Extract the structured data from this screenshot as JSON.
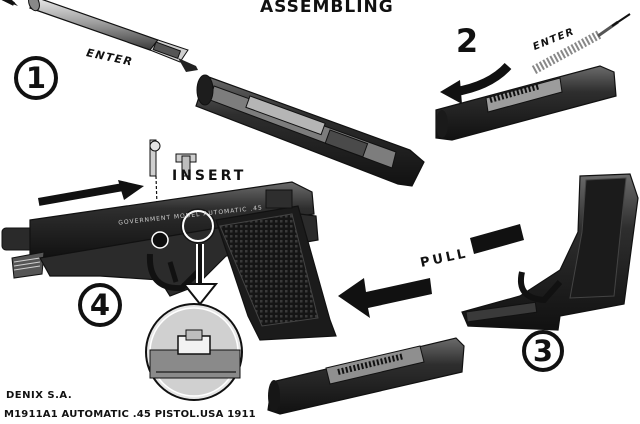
{
  "title": "ASSEMBLING",
  "steps": [
    "1",
    "2",
    "3",
    "4"
  ],
  "instructions": {
    "enter_1": "ENTER",
    "enter_2": "ENTER",
    "insert": "INSERT",
    "pull": "PULL"
  },
  "slide_marking": "GOVERNMENT MODEL   AUTOMATIC .45",
  "footer": {
    "brand": "DENIX S.A.",
    "model": "M1911A1 AUTOMATIC .45 PISTOL.USA 1911"
  },
  "colors": {
    "ink": "#111111",
    "metal_dark": "#2b2b2b",
    "metal_mid": "#6e6e6e",
    "metal_light": "#bdbdbd",
    "background": "#ffffff"
  }
}
